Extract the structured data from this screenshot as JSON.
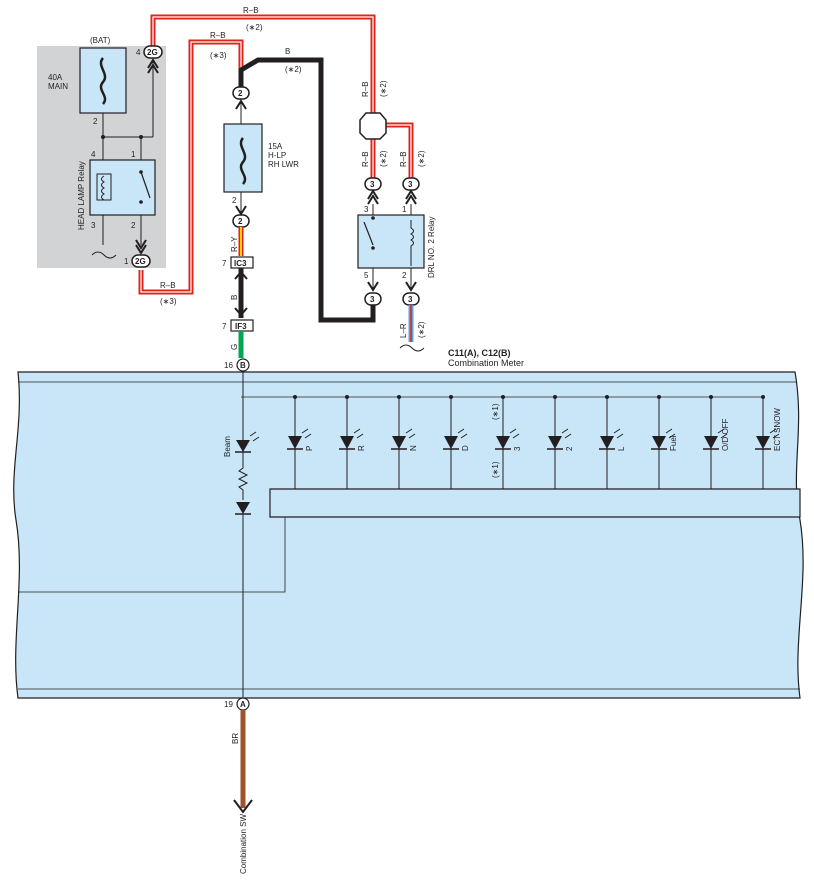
{
  "bat_label": "(BAT)",
  "main_fuse": {
    "rating": "40A",
    "name": "MAIN"
  },
  "head_lamp_relay": {
    "name": "HEAD LAMP Relay",
    "pins": [
      "4",
      "1",
      "3",
      "2"
    ],
    "fuse_pin": "2"
  },
  "hlp_fuse": {
    "rating": "15A",
    "name1": "H-LP",
    "name2": "RH LWR",
    "pin_top": "2",
    "pin_bottom": "2"
  },
  "drl_relay": {
    "name": "DRL NO. 2 Relay",
    "pins": [
      "3",
      "1",
      "5",
      "2"
    ]
  },
  "wires": {
    "rb": "R–B",
    "b": "B",
    "ry": "R–Y",
    "g": "G",
    "lr": "L–R",
    "br": "BR"
  },
  "notes": {
    "n2": "(∗2)",
    "n3": "(∗3)",
    "n1": "(∗1)"
  },
  "connectors": {
    "c2g": "2G",
    "c2": "2",
    "c3": "3",
    "ic3": "IC3",
    "if3": "IF3",
    "pin4": "4",
    "pin1": "1",
    "pin7a": "7",
    "pin7b": "7",
    "pin16": "16",
    "pin19": "19",
    "b_letter": "B",
    "a_letter": "A"
  },
  "meter": {
    "code": "C11(A), C12(B)",
    "name": "Combination Meter"
  },
  "indicators": [
    "Beam",
    "P",
    "R",
    "N",
    "D",
    "3",
    "2",
    "L",
    "Fuel",
    "O/D OFF",
    "ECT SNOW"
  ],
  "destination": "Combination SW",
  "colors": {
    "red": "#e2231a",
    "black": "#231f20",
    "yellow": "#ffd200",
    "green": "#00a651",
    "blue": "#5aa0dc",
    "brown": "#a0522d",
    "meter_fill": "#c8e6f8",
    "gray": "#d1d3d4"
  }
}
